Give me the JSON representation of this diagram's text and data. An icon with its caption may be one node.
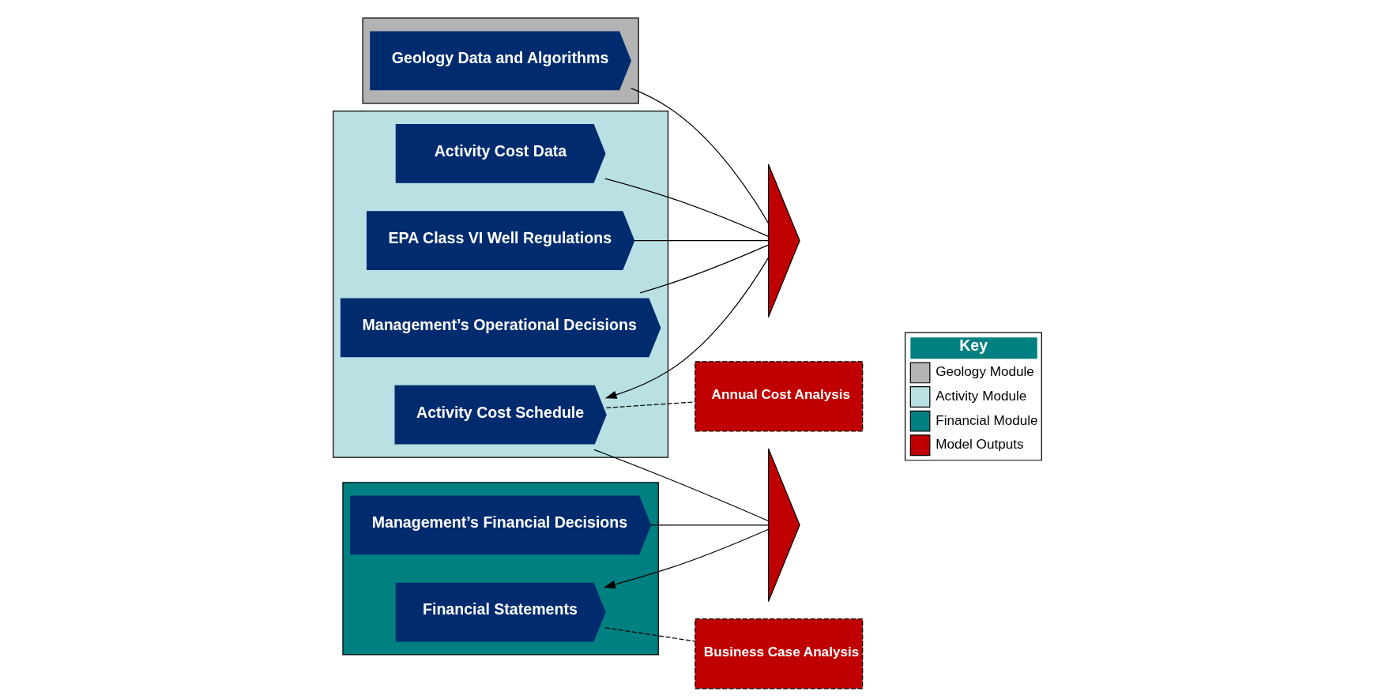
{
  "diagram": {
    "nodes": [
      {
        "text": [],
        "shape": "box"
      },
      {
        "text": [
          "Geology Data and Algorithms"
        ],
        "in": 0
      },
      {
        "text": [],
        "shape": "box"
      },
      {
        "text": [
          "Activity Cost Data"
        ],
        "in": 2
      },
      {
        "text": [
          "EPA Class VI Well Regulations"
        ],
        "in": 2
      },
      {
        "text": [
          "Management’s Operational Decisions"
        ],
        "in": 2
      },
      {
        "text": [
          "Activity Cost Schedule"
        ],
        "in": 2
      },
      {
        "text": [],
        "shape": "box"
      },
      {
        "text": [
          "Financial Statements"
        ],
        "in": 7
      },
      {
        "text": [
          "Management’s Financial Decisions"
        ],
        "in": 7
      },
      {
        "text": [],
        "shape": "triangle"
      },
      {
        "text": [],
        "shape": "triangle"
      },
      {
        "text": [
          "Annual Cost Analysis"
        ]
      },
      {
        "text": [
          "Business Case Analysis"
        ]
      }
    ],
    "edges": [
      {
        "from": 1,
        "to": 10,
        "arrow": "none"
      },
      {
        "from": 3,
        "to": 10,
        "arrow": "none"
      },
      {
        "from": 4,
        "to": 10,
        "arrow": "none"
      },
      {
        "from": 5,
        "to": 10,
        "arrow": "none"
      },
      {
        "from": 10,
        "to": 6,
        "arrow": "to"
      },
      {
        "from": 6,
        "to": 11,
        "arrow": "none"
      },
      {
        "from": 9,
        "to": 11,
        "arrow": "none"
      },
      {
        "from": 11,
        "to": 8,
        "arrow": "to"
      },
      {
        "from": 6,
        "to": 12,
        "arrow": "none",
        "style": "dashed"
      },
      {
        "from": 8,
        "to": 13,
        "arrow": "none",
        "style": "dashed"
      }
    ],
    "labels": [
      "Key"
    ],
    "legend": [
      {
        "text": "Geology Module",
        "color": "#b3b3b3"
      },
      {
        "text": "Activity Module",
        "color": "#b9e0e3"
      },
      {
        "text": "Financial Module",
        "color": "#008080"
      },
      {
        "text": "Model Outputs",
        "color": "#c00000"
      }
    ]
  }
}
